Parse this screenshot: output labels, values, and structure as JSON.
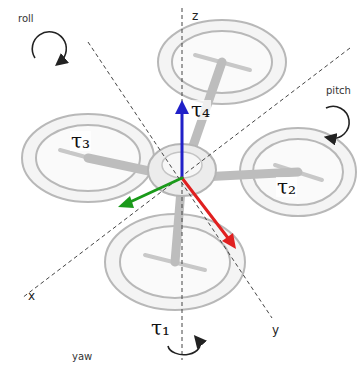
{
  "diagram": {
    "labels": [
      "roll",
      "pitch",
      "z",
      "τ₄",
      "τ₃",
      "x",
      "τ₂",
      "y",
      "τ₁",
      "yaw"
    ]
  }
}
